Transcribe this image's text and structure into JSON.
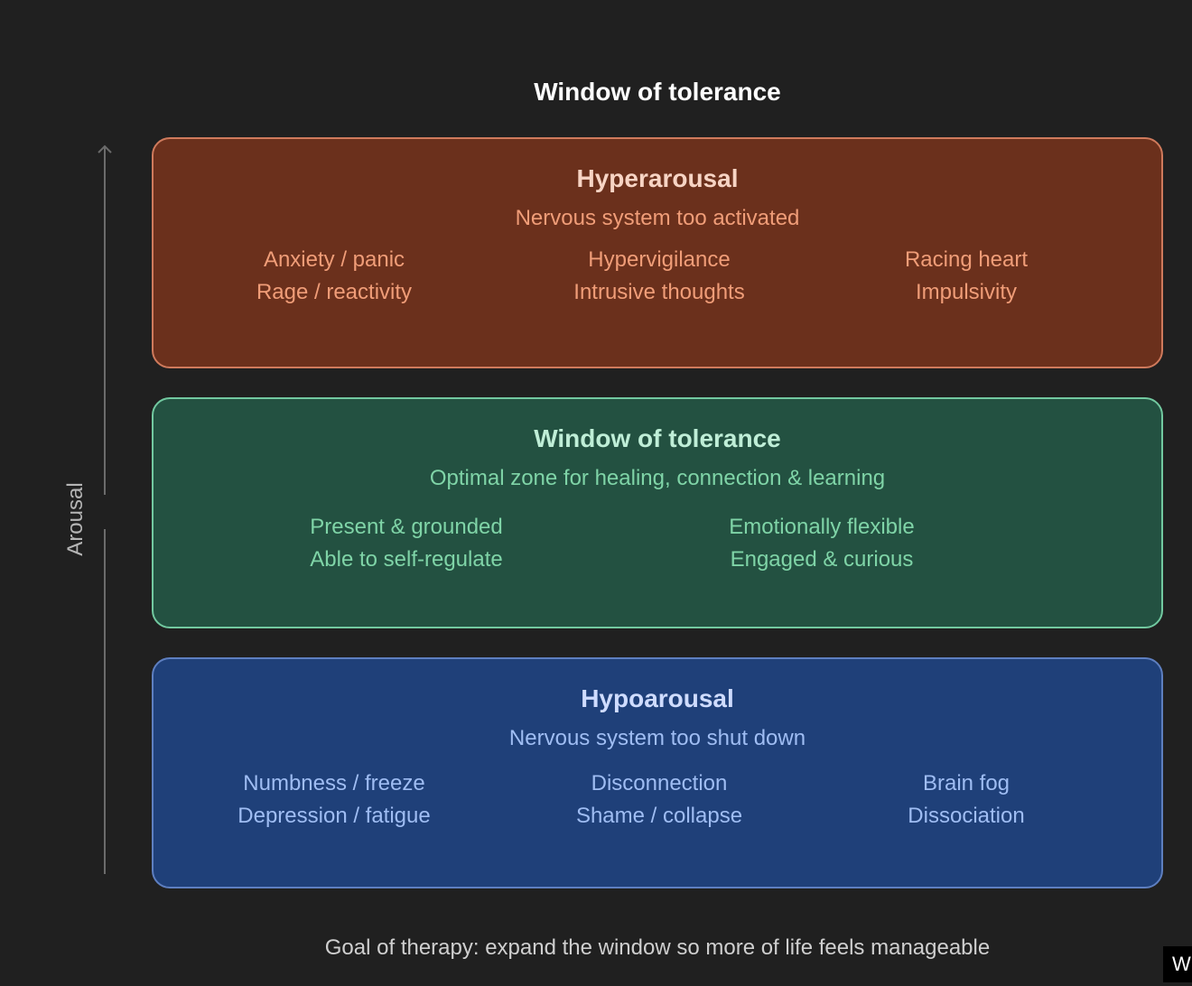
{
  "title": "Window of tolerance",
  "axis": {
    "label": "Arousal"
  },
  "zones": {
    "hyper": {
      "title": "Hyperarousal",
      "subtitle": "Nervous system too activated",
      "items": [
        "Anxiety / panic",
        "Rage / reactivity",
        "Hypervigilance",
        "Intrusive thoughts",
        "Racing heart",
        "Impulsivity"
      ],
      "colors": {
        "fill": "#6b301c",
        "border": "#cf7a5c",
        "text": "#f09d78"
      }
    },
    "window": {
      "title": "Window of tolerance",
      "subtitle": "Optimal zone for healing, connection & learning",
      "items": [
        "Present & grounded",
        "Able to self-regulate",
        "Emotionally flexible",
        "Engaged & curious"
      ],
      "colors": {
        "fill": "#235141",
        "border": "#72c9a0",
        "text": "#7fd4a7"
      }
    },
    "hypo": {
      "title": "Hypoarousal",
      "subtitle": "Nervous system too shut down",
      "items": [
        "Numbness / freeze",
        "Depression / fatigue",
        "Disconnection",
        "Shame / collapse",
        "Brain fog",
        "Dissociation"
      ],
      "colors": {
        "fill": "#1f4079",
        "border": "#5e7fc0",
        "text": "#9fbdf3"
      }
    }
  },
  "footer": "Goal of therapy: expand the window so more of life feels manageable",
  "corner_tag": "W"
}
